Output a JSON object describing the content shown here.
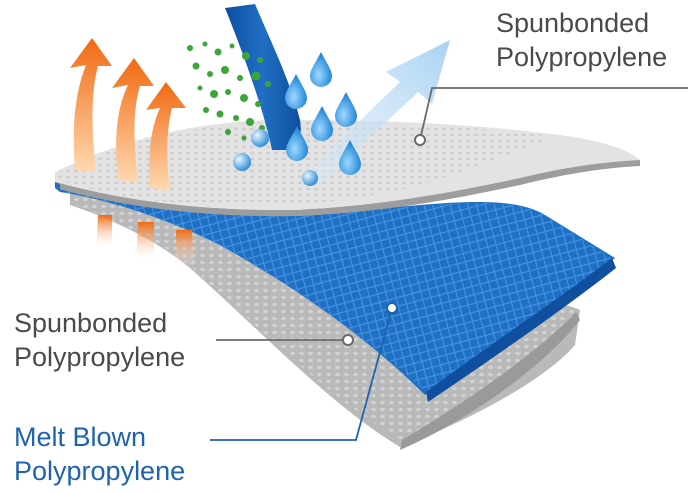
{
  "labels": {
    "top_layer": {
      "line1": "Spunbonded",
      "line2": "Polypropylene"
    },
    "bottom_layer": {
      "line1": "Spunbonded",
      "line2": "Polypropylene"
    },
    "middle_layer": {
      "line1": "Melt Blown",
      "line2": "Polypropylene"
    }
  },
  "colors": {
    "label_gray": "#4a4a4a",
    "label_blue": "#1e63ad",
    "meltblown_blue": "#1f6fc4",
    "heat_orange": "#f06a12",
    "droplet_blue": "#3fa0e6",
    "particle_green": "#3aa63a",
    "vapor_arrow": "#a9d2f2"
  },
  "icons": [
    "heat-arrow-icon",
    "water-droplet-icon",
    "particle-dot-icon",
    "vapor-arrow-icon",
    "liquid-jet-icon"
  ]
}
